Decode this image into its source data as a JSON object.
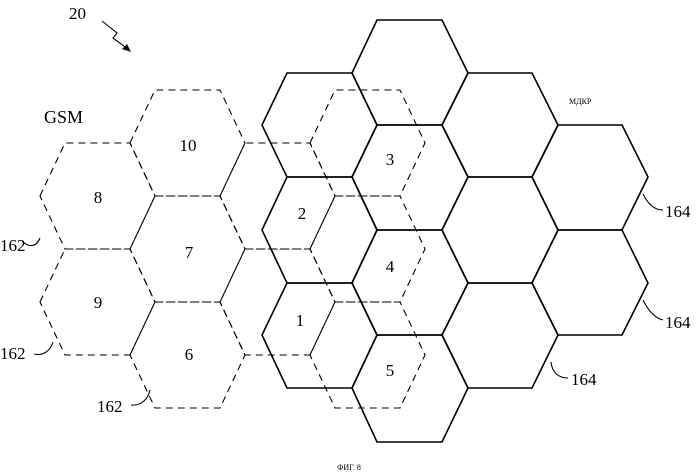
{
  "figure": {
    "ref_number": "20",
    "gsm_label": "GSM",
    "mdkr_label": "МДКР",
    "caption": "ФИГ. 8",
    "cell_numbers": [
      "1",
      "2",
      "3",
      "4",
      "5",
      "6",
      "7",
      "8",
      "9",
      "10"
    ],
    "refs": {
      "gsm_cell_a": "162",
      "gsm_cell_b": "162",
      "gsm_cell_c": "162",
      "cdma_cell_a": "164",
      "cdma_cell_b": "164",
      "cdma_cell_c": "164"
    }
  }
}
